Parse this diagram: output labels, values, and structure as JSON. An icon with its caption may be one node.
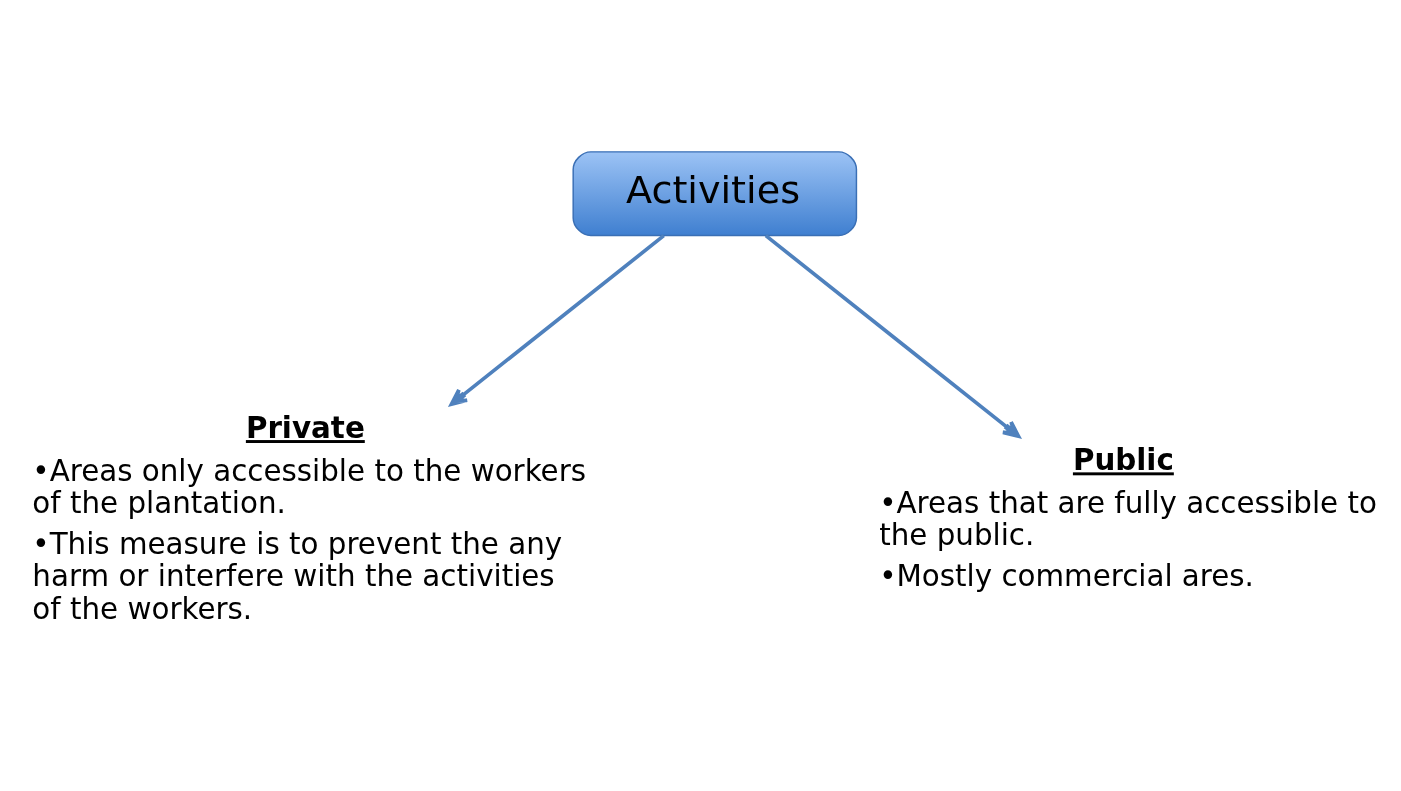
{
  "diagram": {
    "nodes": [
      {
        "text": [
          "Activities"
        ]
      },
      {
        "text": [
          "Private",
          "•Areas only accessible to the workers of the plantation.",
          "•This measure is to prevent the any harm or interfere with the activities of the workers."
        ]
      },
      {
        "text": [
          "Public",
          "•Areas that are fully accessible to the public.",
          "•Mostly commercial ares."
        ]
      }
    ],
    "edges": [
      {
        "from": 0,
        "to": 1,
        "arrow": "to"
      },
      {
        "from": 0,
        "to": 2,
        "arrow": "to"
      }
    ]
  }
}
